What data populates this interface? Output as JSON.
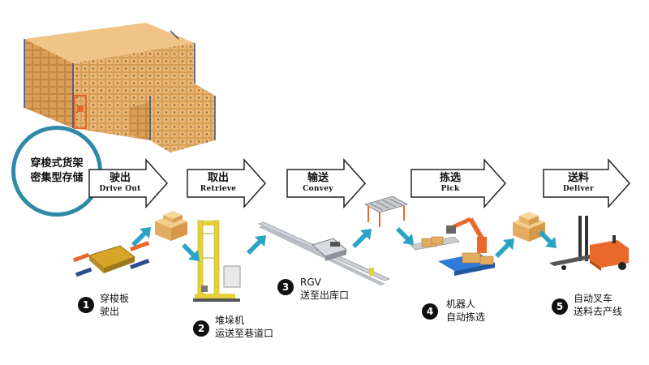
{
  "warehouse_label": {
    "line1": "穿梭式货架",
    "line2": "密集型存储"
  },
  "stages": [
    {
      "cn": "驶出",
      "en": "Drive Out"
    },
    {
      "cn": "取出",
      "en": "Retrieve"
    },
    {
      "cn": "输送",
      "en": "Convey"
    },
    {
      "cn": "拣选",
      "en": "Pick"
    },
    {
      "cn": "送料",
      "en": "Deliver"
    }
  ],
  "steps": [
    {
      "num": "1",
      "line1": "穿梭板",
      "line2": "驶出"
    },
    {
      "num": "2",
      "line1": "堆垛机",
      "line2": "运送至巷道口"
    },
    {
      "num": "3",
      "line1": "RGV",
      "line2": "送至出库口"
    },
    {
      "num": "4",
      "line1": "机器人",
      "line2": "自动拣选"
    },
    {
      "num": "5",
      "line1": "自动叉车",
      "line2": "送料去产线"
    }
  ],
  "colors": {
    "accent": "#2aa3c4",
    "circle_border": "#2f8aa6",
    "box": "#e9b56b",
    "rack_orange": "#e8692a",
    "rack_blue": "#2b4e8c"
  },
  "icons": [
    "rack-warehouse-icon",
    "shuttle-icon",
    "boxes-icon",
    "stacker-crane-icon",
    "rgv-rail-icon",
    "roller-conveyor-icon",
    "robot-arm-icon",
    "forklift-icon"
  ]
}
